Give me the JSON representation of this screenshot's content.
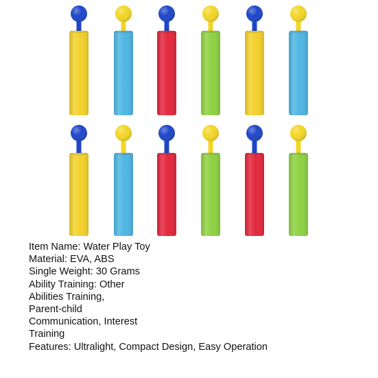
{
  "image": {
    "subject": "water-play-toy-pump-shooters",
    "rows": [
      {
        "toys": [
          {
            "tube_color": "#f2d12c",
            "knob_color": "#1e46c8"
          },
          {
            "tube_color": "#4fb6e3",
            "knob_color": "#f3d627"
          },
          {
            "tube_color": "#e3283d",
            "knob_color": "#1e46c8"
          },
          {
            "tube_color": "#8fd243",
            "knob_color": "#f3d627"
          },
          {
            "tube_color": "#f2d12c",
            "knob_color": "#1e46c8"
          },
          {
            "tube_color": "#4fb6e3",
            "knob_color": "#f3d627"
          }
        ]
      },
      {
        "toys": [
          {
            "tube_color": "#f2d12c",
            "knob_color": "#1e46c8"
          },
          {
            "tube_color": "#4fb6e3",
            "knob_color": "#f3d627"
          },
          {
            "tube_color": "#e3283d",
            "knob_color": "#1e46c8"
          },
          {
            "tube_color": "#8fd243",
            "knob_color": "#f3d627"
          },
          {
            "tube_color": "#e3283d",
            "knob_color": "#1e46c8"
          },
          {
            "tube_color": "#8fd243",
            "knob_color": "#f3d627"
          }
        ]
      }
    ]
  },
  "specs": [
    "Item Name: Water Play Toy",
    "Material: EVA, ABS",
    "Single Weight: 30 Grams",
    "Ability Training: Other",
    "Abilities Training,",
    "Parent-child",
    "Communication, Interest",
    "Training",
    "Features: Ultralight, Compact Design, Easy Operation"
  ]
}
